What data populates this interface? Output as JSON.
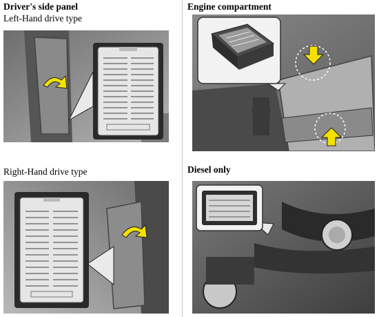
{
  "left": {
    "heading": "Driver's side panel",
    "lhd_label": "Left-Hand drive type",
    "rhd_label": "Right-Hand drive type"
  },
  "right": {
    "engine_heading": "Engine compartment",
    "diesel_heading": "Diesel only"
  },
  "colors": {
    "arrow_yellow": "#f5e100",
    "panel_gray": "#9a9a9a",
    "fusebox_light": "#e6e6e6"
  },
  "icons": [
    "curved-arrow-icon",
    "down-arrow-icon",
    "up-arrow-icon"
  ]
}
